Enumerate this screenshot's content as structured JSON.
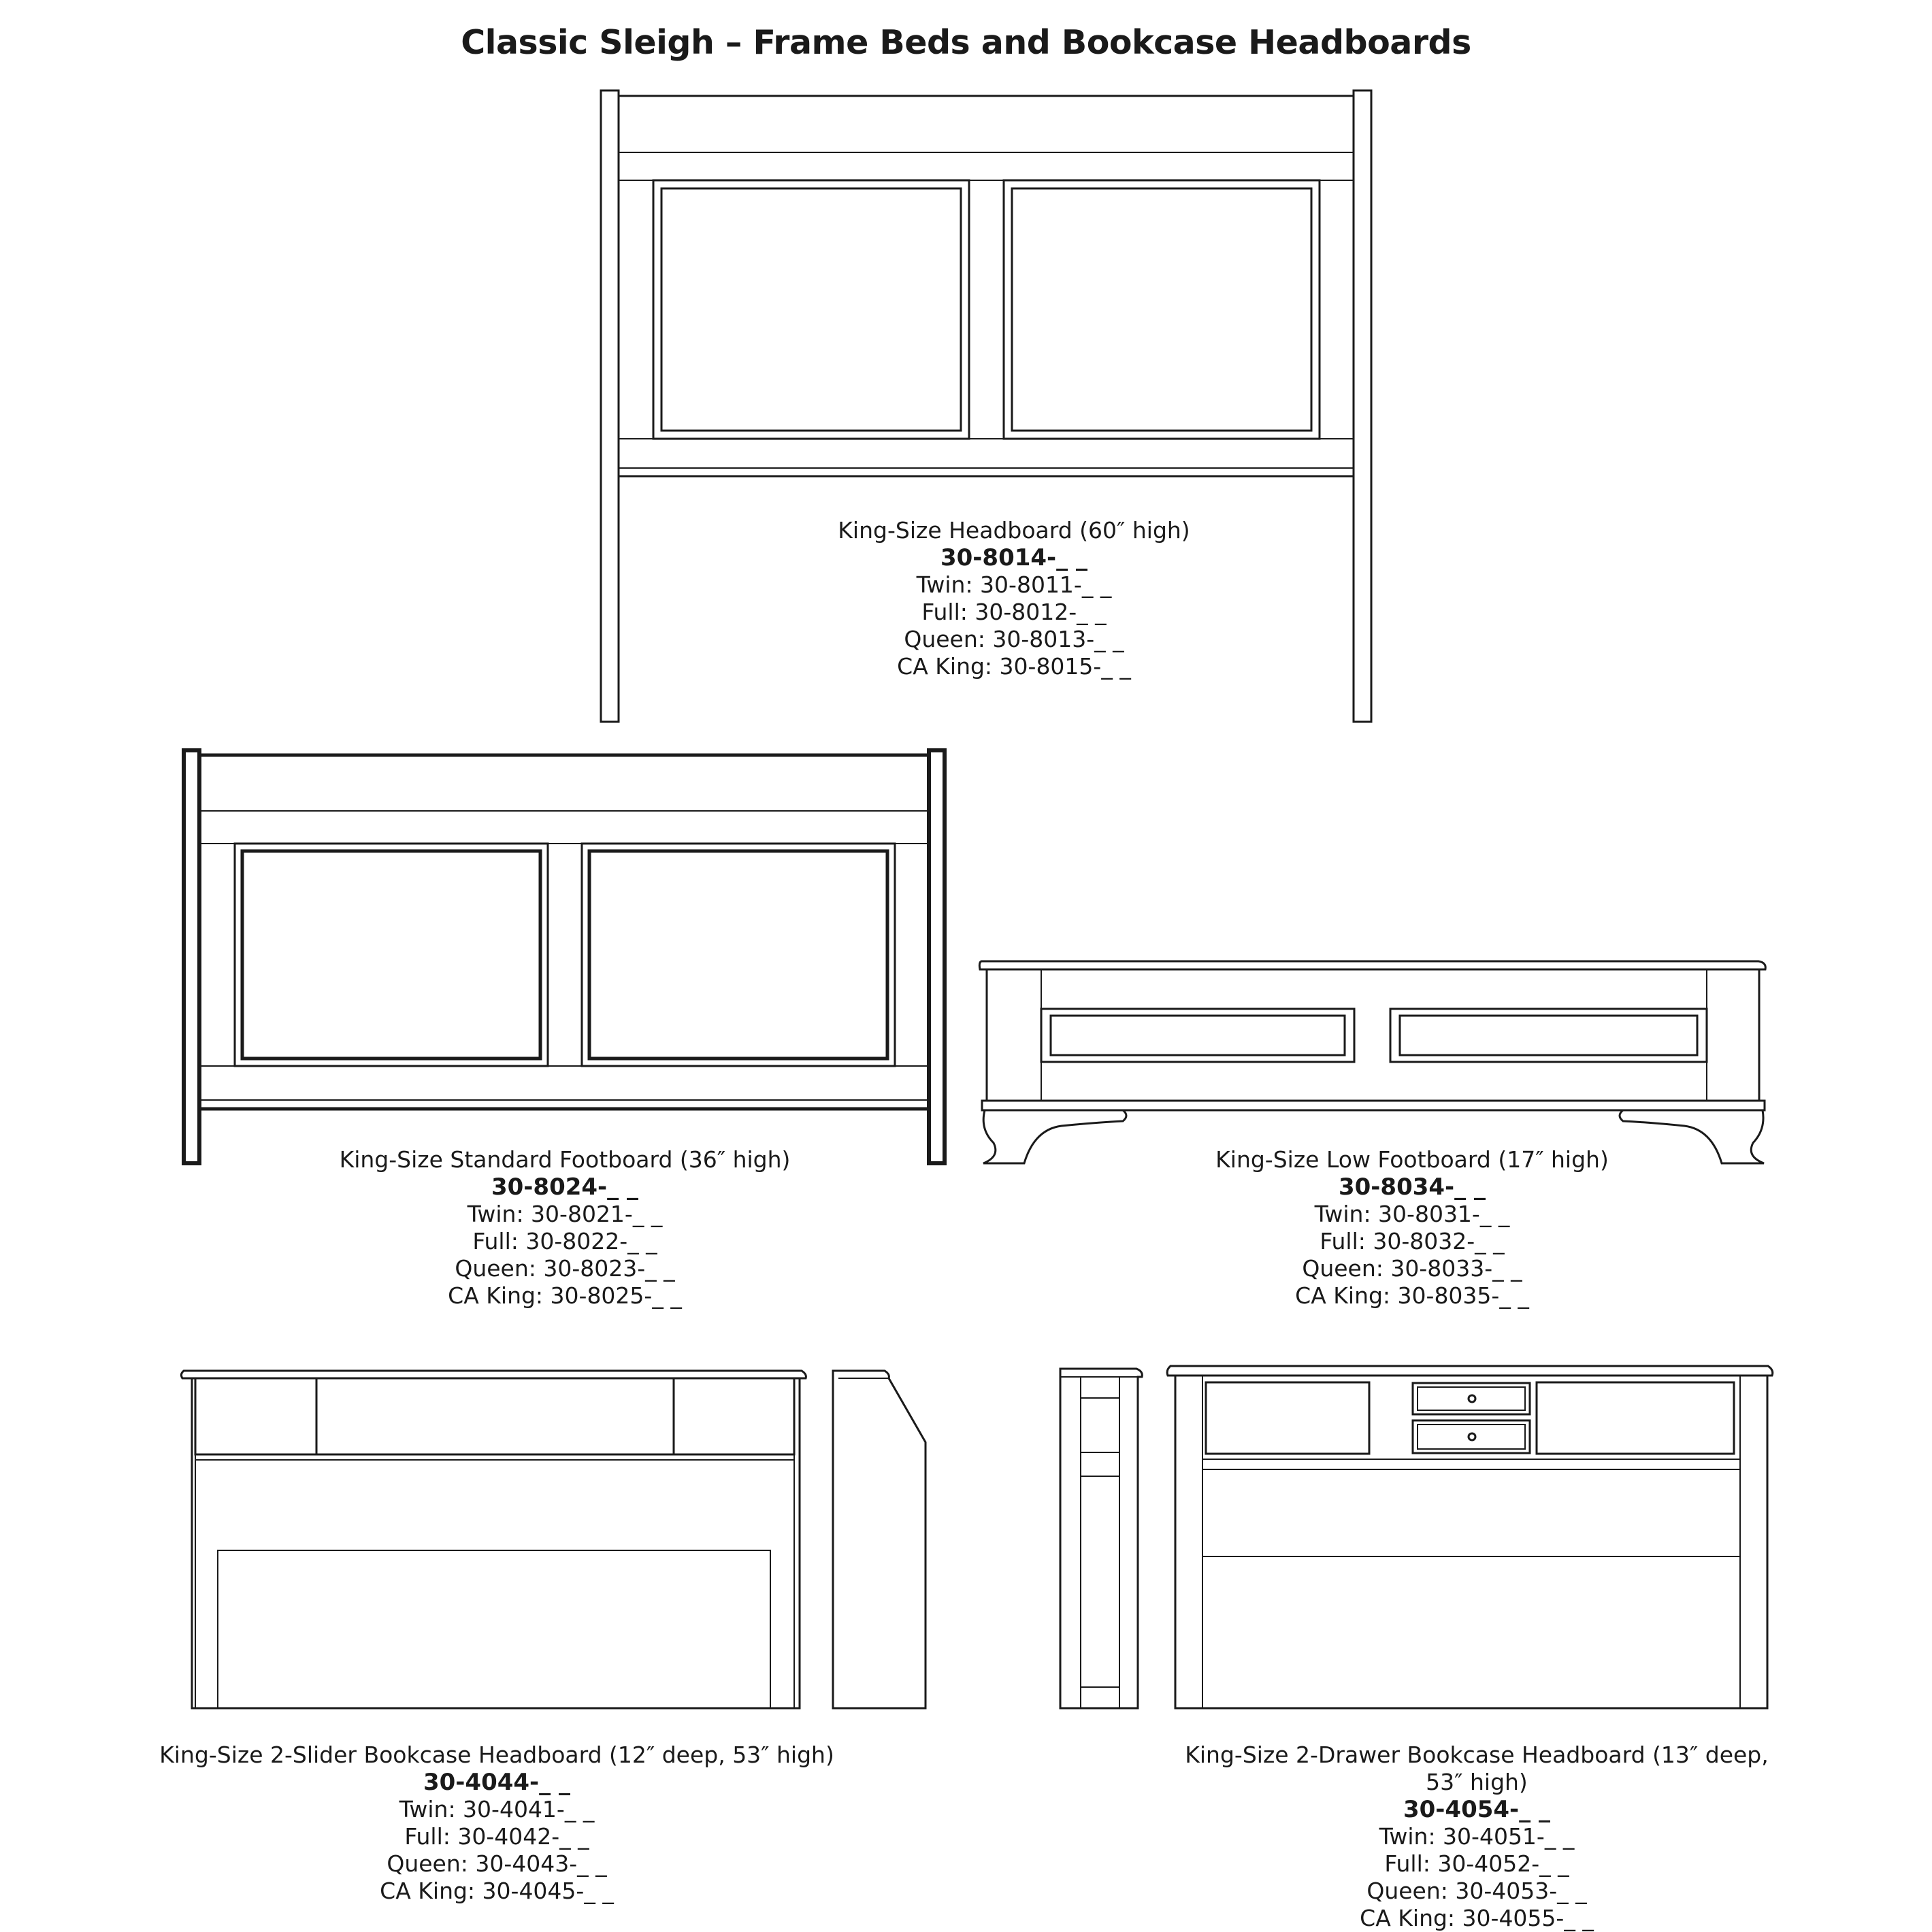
{
  "title": "Classic Sleigh – Frame Beds and Bookcase Headboards",
  "products": [
    {
      "name": "King-Size Headboard (60″ high)",
      "code": "30-8014-_ _",
      "variants": [
        "Twin: 30-8011-_ _",
        "Full: 30-8012-_ _",
        "Queen: 30-8013-_ _",
        "CA King: 30-8015-_ _"
      ]
    },
    {
      "name": "King-Size Standard Footboard (36″ high)",
      "code": "30-8024-_ _",
      "variants": [
        "Twin: 30-8021-_ _",
        "Full: 30-8022-_ _",
        "Queen: 30-8023-_ _",
        "CA King: 30-8025-_ _"
      ]
    },
    {
      "name": "King-Size Low Footboard (17″ high)",
      "code": "30-8034-_ _",
      "variants": [
        "Twin: 30-8031-_ _",
        "Full: 30-8032-_ _",
        "Queen: 30-8033-_ _",
        "CA King: 30-8035-_ _"
      ]
    },
    {
      "name": "King-Size 2-Slider Bookcase Headboard (12″ deep, 53″ high)",
      "code": "30-4044-_ _",
      "variants": [
        "Twin: 30-4041-_ _",
        "Full: 30-4042-_ _",
        "Queen: 30-4043-_ _",
        "CA King: 30-4045-_ _"
      ]
    },
    {
      "name": "King-Size 2-Drawer Bookcase Headboard (13″ deep, 53″ high)",
      "code": "30-4054-_ _",
      "variants": [
        "Twin: 30-4051-_ _",
        "Full: 30-4052-_ _",
        "Queen: 30-4053-_ _",
        "CA King: 30-4055-_ _"
      ]
    }
  ]
}
